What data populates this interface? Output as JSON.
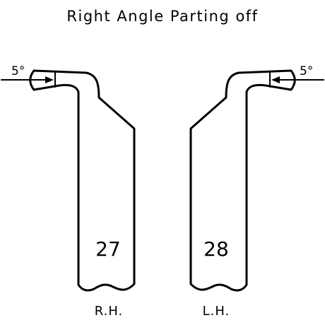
{
  "diagram": {
    "title": "Right Angle Parting off",
    "tools": [
      {
        "number": "27",
        "hand": "R.H.",
        "angle": "5°"
      },
      {
        "number": "28",
        "hand": "L.H.",
        "angle": "5°"
      }
    ]
  }
}
